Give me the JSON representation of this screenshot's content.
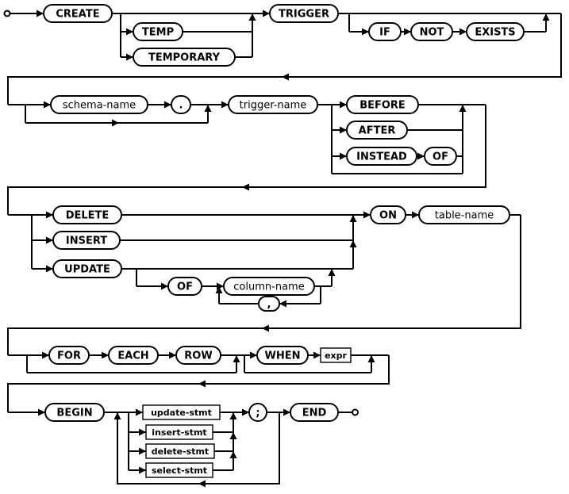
{
  "colors": {
    "line": "#000000",
    "node_fill": "#ffffff",
    "text": "#000000",
    "background": "#ffffff"
  },
  "nodes": {
    "create": "CREATE",
    "temp": "TEMP",
    "temporary": "TEMPORARY",
    "trigger": "TRIGGER",
    "if_kw": "IF",
    "not_kw": "NOT",
    "exists": "EXISTS",
    "schema_name": "schema-name",
    "dot": ".",
    "trigger_name": "trigger-name",
    "before": "BEFORE",
    "after": "AFTER",
    "instead": "INSTEAD",
    "of_instead": "OF",
    "delete_kw": "DELETE",
    "insert_kw": "INSERT",
    "update_kw": "UPDATE",
    "of_update": "OF",
    "column_name": "column-name",
    "comma": ",",
    "on_kw": "ON",
    "table_name": "table-name",
    "for_kw": "FOR",
    "each_kw": "EACH",
    "row_kw": "ROW",
    "when_kw": "WHEN",
    "expr": "expr",
    "begin_kw": "BEGIN",
    "update_stmt": "update-stmt",
    "insert_stmt": "insert-stmt",
    "delete_stmt": "delete-stmt",
    "select_stmt": "select-stmt",
    "semicolon": ";",
    "end_kw": "END"
  }
}
